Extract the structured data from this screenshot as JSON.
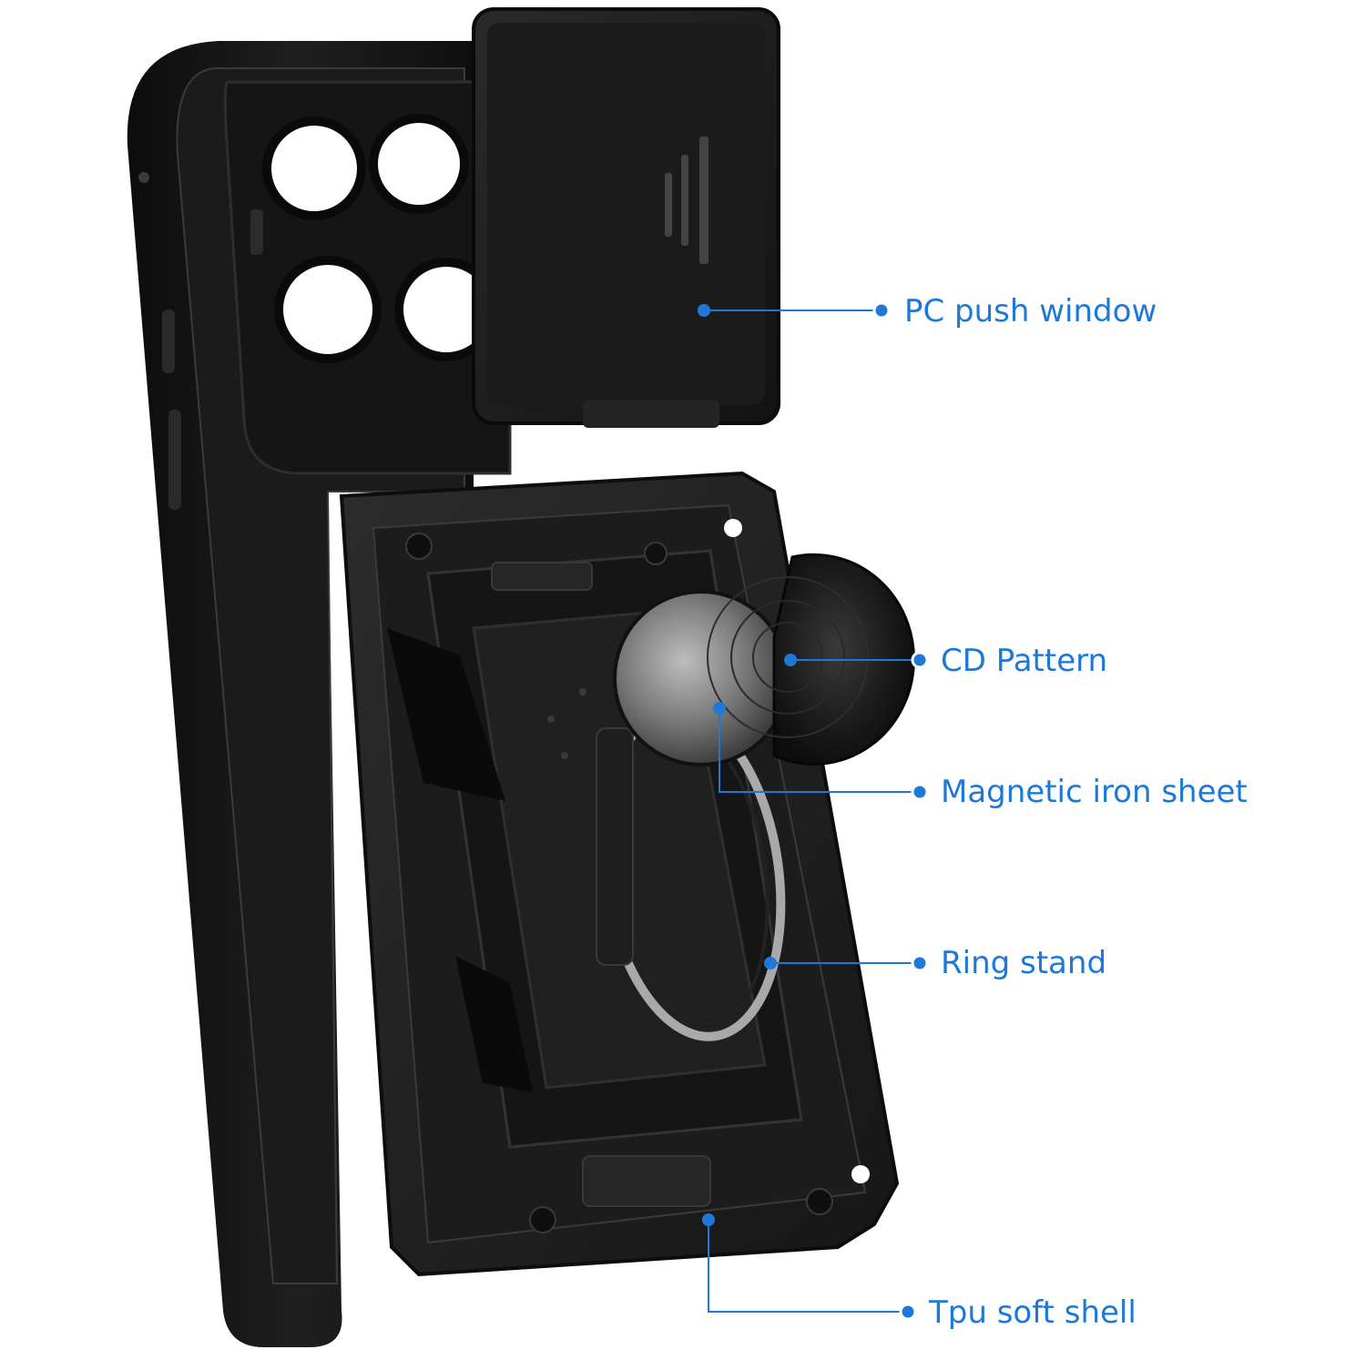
{
  "colors": {
    "background": "#ffffff",
    "case_black": "#121212",
    "case_dark": "#1d1d1d",
    "case_mid": "#2c2c2c",
    "case_highlight": "#4a4a4a",
    "ring_silver": "#b8b8b8",
    "callout_blue": "#1e78d7"
  },
  "callouts": [
    {
      "id": "pc-push-window",
      "label": "PC push window"
    },
    {
      "id": "cd-pattern",
      "label": "CD Pattern"
    },
    {
      "id": "magnetic-iron-sheet",
      "label": "Magnetic iron sheet"
    },
    {
      "id": "ring-stand",
      "label": "Ring stand"
    },
    {
      "id": "tpu-soft-shell",
      "label": "Tpu soft shell"
    }
  ]
}
